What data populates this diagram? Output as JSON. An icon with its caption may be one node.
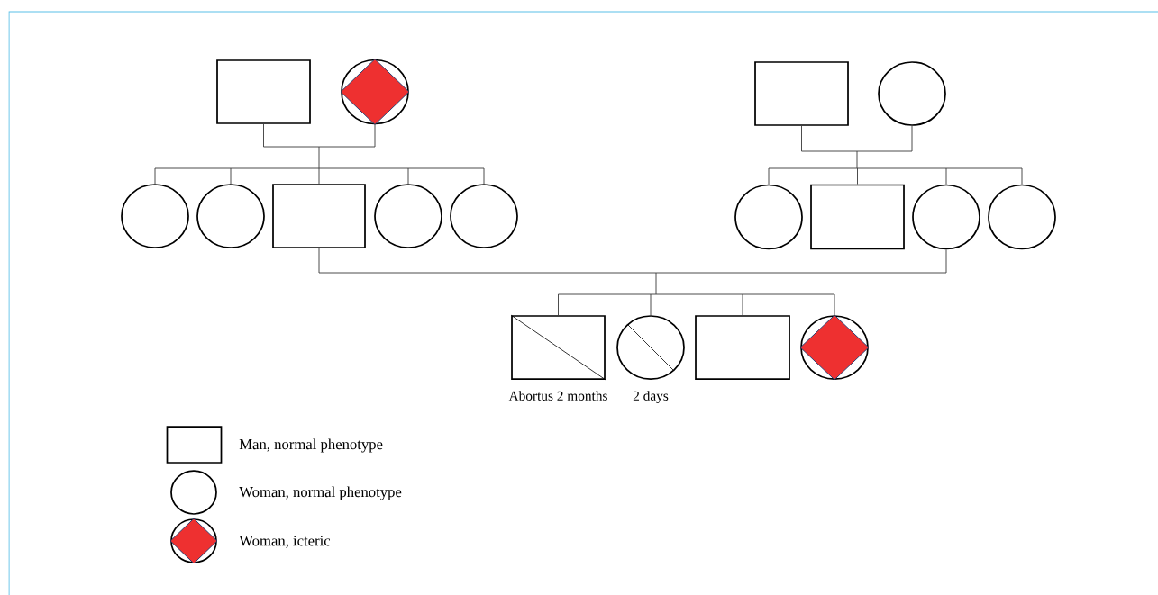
{
  "diagram": {
    "nodes": [
      {
        "text": [],
        "shape": "box"
      },
      {
        "text": [],
        "shape": "diamond"
      },
      {
        "text": [],
        "shape": "box"
      },
      {
        "text": [],
        "shape": "circle"
      },
      {
        "text": [],
        "shape": "circle"
      },
      {
        "text": [],
        "shape": "circle"
      },
      {
        "text": [],
        "shape": "box"
      },
      {
        "text": [],
        "shape": "circle"
      },
      {
        "text": [],
        "shape": "circle"
      },
      {
        "text": [],
        "shape": "circle"
      },
      {
        "text": [],
        "shape": "box"
      },
      {
        "text": [],
        "shape": "circle"
      },
      {
        "text": [],
        "shape": "circle"
      },
      {
        "text": [],
        "shape": "box",
        "beside": [
          "Abortus 2 months"
        ]
      },
      {
        "text": [],
        "shape": "circle",
        "beside": [
          "2 days"
        ]
      },
      {
        "text": [],
        "shape": "box"
      },
      {
        "text": [],
        "shape": "diamond"
      }
    ],
    "edges": [
      {
        "from": 0,
        "to": 4,
        "arrow": "none"
      },
      {
        "from": 0,
        "to": 5,
        "arrow": "none"
      },
      {
        "from": 0,
        "to": 6,
        "arrow": "none"
      },
      {
        "from": 0,
        "to": 7,
        "arrow": "none"
      },
      {
        "from": 0,
        "to": 8,
        "arrow": "none"
      },
      {
        "from": 1,
        "to": 4,
        "arrow": "none"
      },
      {
        "from": 1,
        "to": 5,
        "arrow": "none"
      },
      {
        "from": 1,
        "to": 6,
        "arrow": "none"
      },
      {
        "from": 1,
        "to": 7,
        "arrow": "none"
      },
      {
        "from": 1,
        "to": 8,
        "arrow": "none"
      },
      {
        "from": 2,
        "to": 9,
        "arrow": "none"
      },
      {
        "from": 2,
        "to": 10,
        "arrow": "none"
      },
      {
        "from": 2,
        "to": 11,
        "arrow": "none"
      },
      {
        "from": 2,
        "to": 12,
        "arrow": "none"
      },
      {
        "from": 3,
        "to": 9,
        "arrow": "none"
      },
      {
        "from": 3,
        "to": 10,
        "arrow": "none"
      },
      {
        "from": 3,
        "to": 11,
        "arrow": "none"
      },
      {
        "from": 3,
        "to": 12,
        "arrow": "none"
      },
      {
        "from": 6,
        "to": 13,
        "arrow": "none"
      },
      {
        "from": 6,
        "to": 14,
        "arrow": "none"
      },
      {
        "from": 6,
        "to": 15,
        "arrow": "none"
      },
      {
        "from": 6,
        "to": 16,
        "arrow": "none"
      },
      {
        "from": 11,
        "to": 13,
        "arrow": "none"
      },
      {
        "from": 11,
        "to": 14,
        "arrow": "none"
      },
      {
        "from": 11,
        "to": 15,
        "arrow": "none"
      },
      {
        "from": 11,
        "to": 16,
        "arrow": "none"
      }
    ],
    "legend": [
      {
        "text": "Man, normal phenotype"
      },
      {
        "text": "Woman, normal phenotype"
      },
      {
        "text": "Woman, icteric"
      }
    ]
  }
}
